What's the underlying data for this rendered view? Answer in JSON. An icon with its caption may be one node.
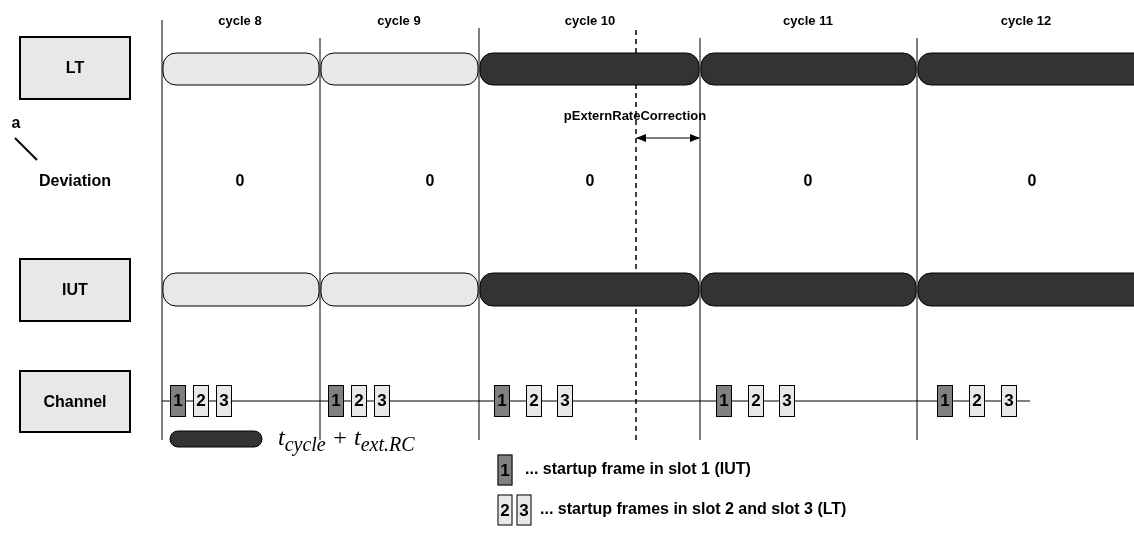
{
  "diagram": {
    "nodes": [
      {
        "text": [
          "LT"
        ]
      },
      {
        "text": [
          "IUT"
        ]
      },
      {
        "text": [
          "Channel"
        ]
      },
      {
        "text": [
          "1"
        ]
      },
      {
        "text": [
          "2"
        ]
      },
      {
        "text": [
          "3"
        ]
      },
      {
        "text": [
          "1"
        ]
      },
      {
        "text": [
          "2"
        ]
      },
      {
        "text": [
          "3"
        ]
      },
      {
        "text": [
          "1"
        ]
      },
      {
        "text": [
          "2"
        ]
      },
      {
        "text": [
          "3"
        ]
      },
      {
        "text": [
          "1"
        ]
      },
      {
        "text": [
          "2"
        ]
      },
      {
        "text": [
          "3"
        ]
      },
      {
        "text": [
          "1"
        ]
      },
      {
        "text": [
          "2"
        ]
      },
      {
        "text": [
          "3"
        ]
      }
    ],
    "edges": [],
    "labels": [
      "cycle 8",
      "cycle 9",
      "cycle 10",
      "cycle 11",
      "cycle 12",
      "a",
      "pExternRateCorrection",
      "Deviation",
      "0",
      "0",
      "0",
      "0",
      "0",
      "1",
      "2",
      "3"
    ],
    "legend": [
      {
        "text": "t$_{cycle}$ + t$_{ext.RC}$"
      },
      {
        "text": "... startup frame in slot 1 (IUT)",
        "color": "#808080"
      },
      {
        "text": "... startup frames in slot 2 and slot 3 (LT)",
        "color": "#e8e8e8"
      }
    ]
  }
}
